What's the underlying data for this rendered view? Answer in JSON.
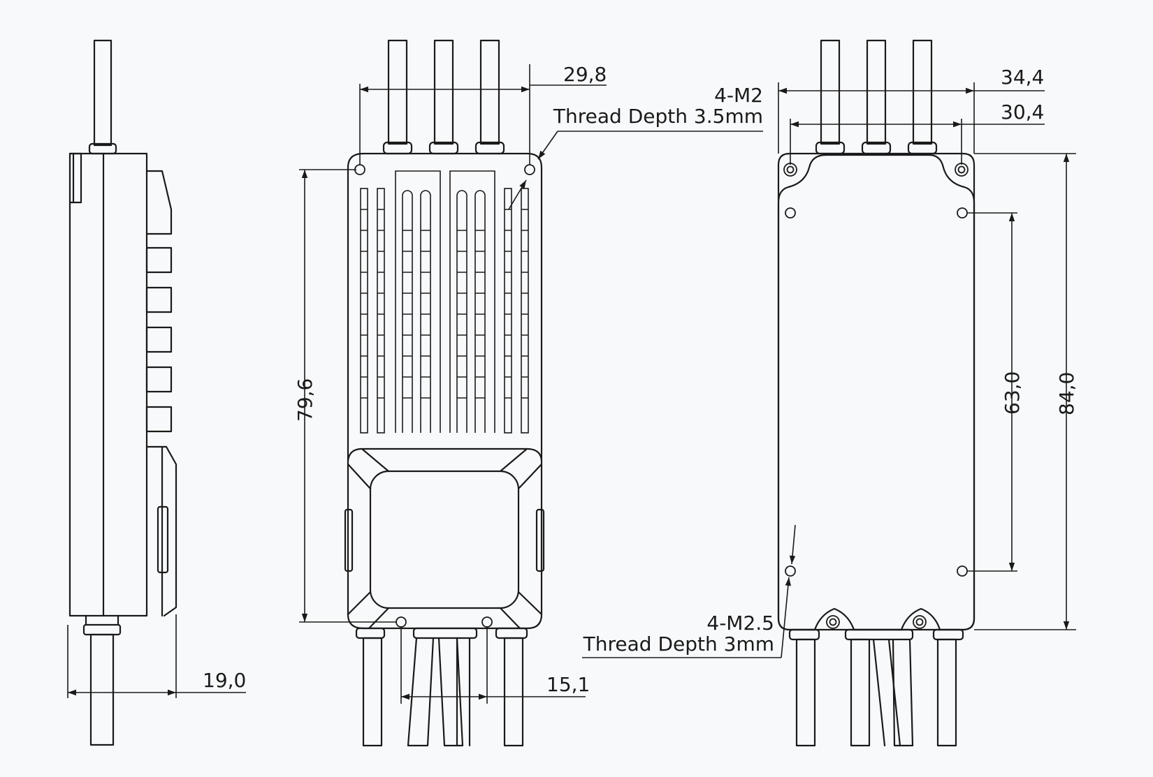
{
  "dimensions": {
    "side_thickness": "19,0",
    "front_hole_width": "29,8",
    "front_height": "79,6",
    "front_bottom_hole_spacing": "15,1",
    "back_total_width": "34,4",
    "back_hole_width": "30,4",
    "back_hole_height": "63,0",
    "back_total_height": "84,0"
  },
  "callouts": {
    "m2_spec": "4-M2",
    "m2_depth": "Thread Depth 3.5mm",
    "m25_spec": "4-M2.5",
    "m25_depth": "Thread Depth 3mm"
  }
}
